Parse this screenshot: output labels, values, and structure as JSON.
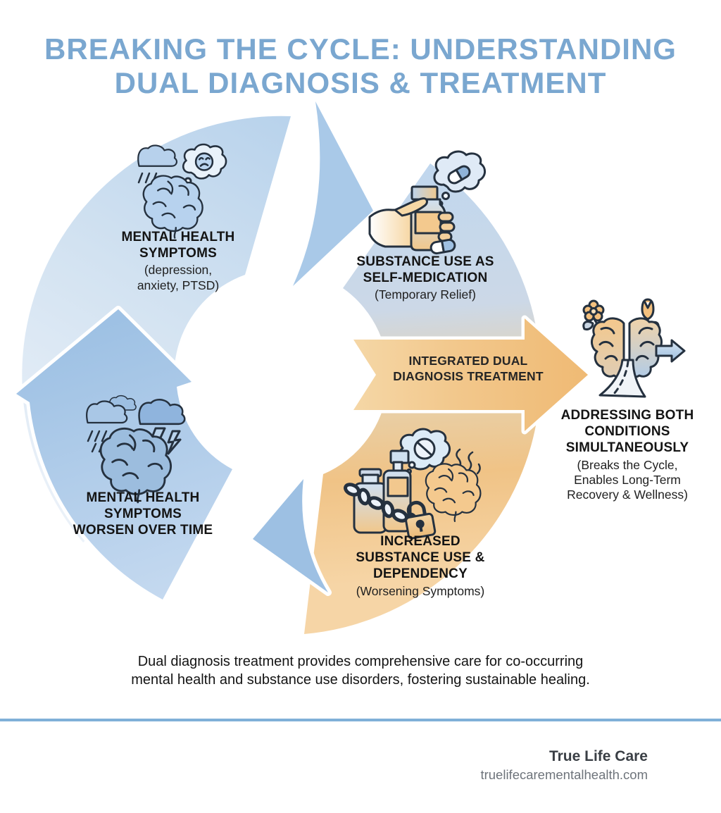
{
  "title": {
    "text": "BREAKING THE CYCLE: UNDERSTANDING\nDUAL DIAGNOSIS & TREATMENT"
  },
  "cycle": {
    "stages": [
      {
        "label": "MENTAL HEALTH\nSYMPTOMS",
        "sub": "(depression,\nanxiety, PTSD)"
      },
      {
        "label": "SUBSTANCE USE AS\nSELF-MEDICATION",
        "sub": "(Temporary Relief)"
      },
      {
        "label": "INCREASED\nSUBSTANCE USE &\nDEPENDENCY",
        "sub": "(Worsening Symptoms)"
      },
      {
        "label": "MENTAL HEALTH\nSYMPTOMS\nWORSEN OVER TIME",
        "sub": ""
      }
    ],
    "treatment_arrow": {
      "label": "INTEGRATED DUAL\nDIAGNOSIS TREATMENT"
    },
    "outcome": {
      "label": "ADDRESSING BOTH\nCONDITIONS\nSIMULTANEOUSLY",
      "sub": "(Breaks the Cycle,\nEnables Long-Term\nRecovery & Wellness)"
    }
  },
  "description": {
    "text": "Dual diagnosis treatment provides comprehensive care for co-occurring\nmental health and substance use disorders, fostering sustainable healing."
  },
  "footer": {
    "brand": "True Life Care",
    "website": "truelifecarementalhealth.com"
  },
  "icons": {
    "stage_mental_health": "brain-rain-cloud-sad-thought-icon",
    "stage_self_medication": "hand-holding-pill-bottle-icon",
    "stage_dependency": "chained-bottles-padlock-stressed-brain-icon",
    "stage_worsening": "brain-storm-clouds-lightning-icon",
    "outcome": "healing-split-brain-flowers-road-icon"
  },
  "colors": {
    "title": "#7aa7d0",
    "ring_blue_light": "#e9f1f9",
    "ring_blue": "#aecde9",
    "ring_orange": "#f2c383",
    "treatment_arrow": "#f2c78b",
    "footer_rule": "#7fb0d8",
    "text_dark": "#1b1b1b",
    "brand_text": "#3a3f45",
    "website_text": "#6e747b"
  }
}
